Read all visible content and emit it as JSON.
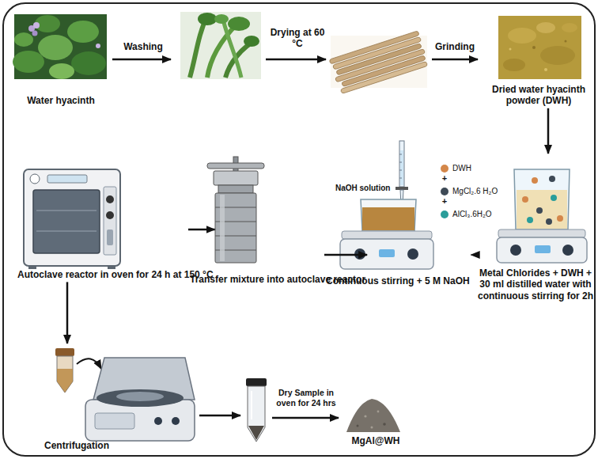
{
  "diagram": {
    "nodes": [
      {
        "text": [
          "Water hyacinth"
        ]
      },
      {
        "text": [
          "Dried water hyacinth powder (DWH)"
        ]
      },
      {
        "text": [
          "Metal Chlorides + DWH + 30 ml distilled water with continuous stirring for 2h"
        ]
      },
      {
        "text": [
          "Continuous stirring + 5 M NaOH"
        ]
      },
      {
        "text": [
          "Transfer mixture into autoclave reactor"
        ]
      },
      {
        "text": [
          "Autoclave reactor in oven for 24 h at 150 °C"
        ]
      },
      {
        "text": [
          "Centrifugation"
        ]
      },
      {
        "text": [
          "MgAl@WH"
        ]
      }
    ],
    "edges": [
      {
        "from": 1,
        "to": 2,
        "arrow": "to"
      },
      {
        "from": 2,
        "to": 3,
        "arrow": "to"
      },
      {
        "from": 3,
        "to": 4,
        "arrow": "to"
      },
      {
        "from": 4,
        "to": 5,
        "arrow": "to"
      },
      {
        "from": 5,
        "to": 6,
        "arrow": "to"
      }
    ],
    "labels": [
      "Washing",
      "Drying at 60 °C",
      "Grinding",
      "+",
      "+",
      "NaOH solution",
      "Dry Sample in oven for 24 hrs"
    ],
    "legend": [
      {
        "text": "DWH",
        "color": "#d4874a"
      },
      {
        "text": "MgCl₂.6 H₂O",
        "color": "#3e4a56"
      },
      {
        "text": "AlCl₃.6H₂O",
        "color": "#2a9d9a"
      }
    ]
  }
}
